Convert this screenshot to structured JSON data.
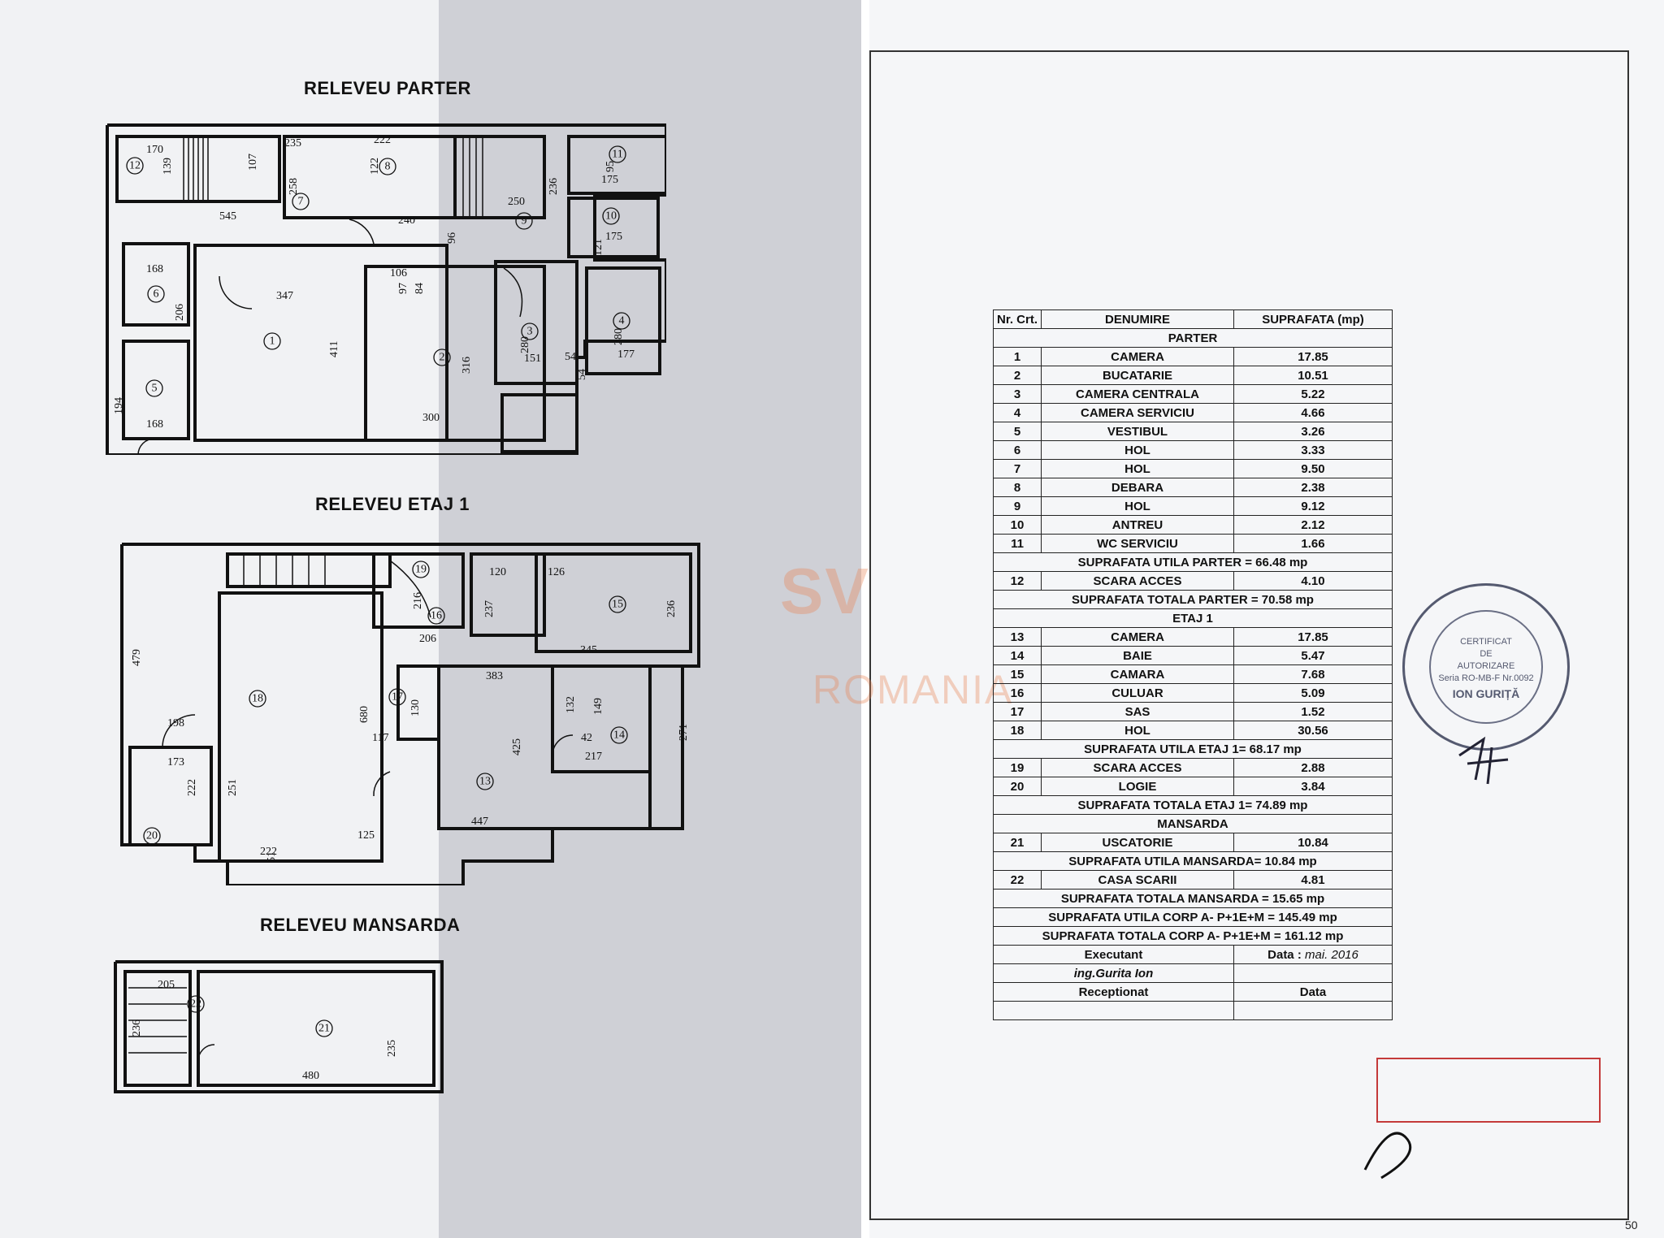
{
  "plans": {
    "parter_title": "RELEVEU PARTER",
    "etaj1_title": "RELEVEU ETAJ 1",
    "mansarda_title": "RELEVEU MANSARDA"
  },
  "parter_dims": [
    "170",
    "139",
    "235",
    "107",
    "258",
    "545",
    "222",
    "122",
    "240",
    "96",
    "250",
    "236",
    "95",
    "175",
    "121",
    "175",
    "168",
    "206",
    "347",
    "106",
    "97",
    "84",
    "411",
    "316",
    "280",
    "151",
    "280",
    "177",
    "54",
    "54",
    "300",
    "194",
    "168"
  ],
  "etaj1_dims": [
    "120",
    "126",
    "216",
    "237",
    "236",
    "345",
    "206",
    "383",
    "479",
    "680",
    "198",
    "173",
    "222",
    "251",
    "117",
    "130",
    "132",
    "149",
    "42",
    "271",
    "425",
    "217",
    "447",
    "125",
    "222",
    "51"
  ],
  "mansarda_dims": [
    "205",
    "236",
    "235",
    "480"
  ],
  "room_numbers": [
    "1",
    "2",
    "3",
    "4",
    "5",
    "6",
    "7",
    "8",
    "9",
    "10",
    "11",
    "12",
    "13",
    "14",
    "15",
    "16",
    "17",
    "18",
    "19",
    "20",
    "21",
    "22"
  ],
  "table": {
    "header": {
      "nr": "Nr. Crt.",
      "denumire": "DENUMIRE",
      "suprafata": "SUPRAFATA (mp)"
    },
    "sections": [
      {
        "name": "PARTER",
        "rows": [
          {
            "nr": "1",
            "den": "CAMERA",
            "sup": "17.85"
          },
          {
            "nr": "2",
            "den": "BUCATARIE",
            "sup": "10.51"
          },
          {
            "nr": "3",
            "den": "CAMERA CENTRALA",
            "sup": "5.22"
          },
          {
            "nr": "4",
            "den": "CAMERA SERVICIU",
            "sup": "4.66"
          },
          {
            "nr": "5",
            "den": "VESTIBUL",
            "sup": "3.26"
          },
          {
            "nr": "6",
            "den": "HOL",
            "sup": "3.33"
          },
          {
            "nr": "7",
            "den": "HOL",
            "sup": "9.50"
          },
          {
            "nr": "8",
            "den": "DEBARA",
            "sup": "2.38"
          },
          {
            "nr": "9",
            "den": "HOL",
            "sup": "9.12"
          },
          {
            "nr": "10",
            "den": "ANTREU",
            "sup": "2.12"
          },
          {
            "nr": "11",
            "den": "WC SERVICIU",
            "sup": "1.66"
          }
        ],
        "utila": "SUPRAFATA UTILA PARTER = 66.48 mp",
        "extra": [
          {
            "nr": "12",
            "den": "SCARA ACCES",
            "sup": "4.10"
          }
        ],
        "totala": "SUPRAFATA TOTALA PARTER = 70.58 mp"
      },
      {
        "name": "ETAJ 1",
        "rows": [
          {
            "nr": "13",
            "den": "CAMERA",
            "sup": "17.85"
          },
          {
            "nr": "14",
            "den": "BAIE",
            "sup": "5.47"
          },
          {
            "nr": "15",
            "den": "CAMARA",
            "sup": "7.68"
          },
          {
            "nr": "16",
            "den": "CULUAR",
            "sup": "5.09"
          },
          {
            "nr": "17",
            "den": "SAS",
            "sup": "1.52"
          },
          {
            "nr": "18",
            "den": "HOL",
            "sup": "30.56"
          }
        ],
        "utila": "SUPRAFATA UTILA ETAJ 1= 68.17 mp",
        "extra": [
          {
            "nr": "19",
            "den": "SCARA ACCES",
            "sup": "2.88"
          },
          {
            "nr": "20",
            "den": "LOGIE",
            "sup": "3.84"
          }
        ],
        "totala": "SUPRAFATA TOTALA ETAJ 1= 74.89 mp"
      },
      {
        "name": "MANSARDA",
        "rows": [
          {
            "nr": "21",
            "den": "USCATORIE",
            "sup": "10.84"
          }
        ],
        "utila": "SUPRAFATA UTILA MANSARDA= 10.84 mp",
        "extra": [
          {
            "nr": "22",
            "den": "CASA SCARII",
            "sup": "4.81"
          }
        ],
        "totala": "SUPRAFATA TOTALA MANSARDA = 15.65 mp"
      }
    ],
    "corp_utila": "SUPRAFATA UTILA CORP A- P+1E+M = 145.49 mp",
    "corp_totala": "SUPRAFATA TOTALA CORP A- P+1E+M = 161.12 mp",
    "executant": "Executant",
    "data_label": "Data :",
    "data_value": "mai. 2016",
    "engineer": "ing.Gurita Ion",
    "receptionat": "Receptionat",
    "data2": "Data"
  },
  "stamp": {
    "line1": "CERTIFICAT",
    "line2": "DE",
    "line3": "AUTORIZARE",
    "line4": "Seria RO-MB-F Nr.0092",
    "name": "ION GURIȚĂ"
  },
  "watermark": {
    "logo": "SV",
    "text": "ROMANIA"
  },
  "page_number": "50"
}
